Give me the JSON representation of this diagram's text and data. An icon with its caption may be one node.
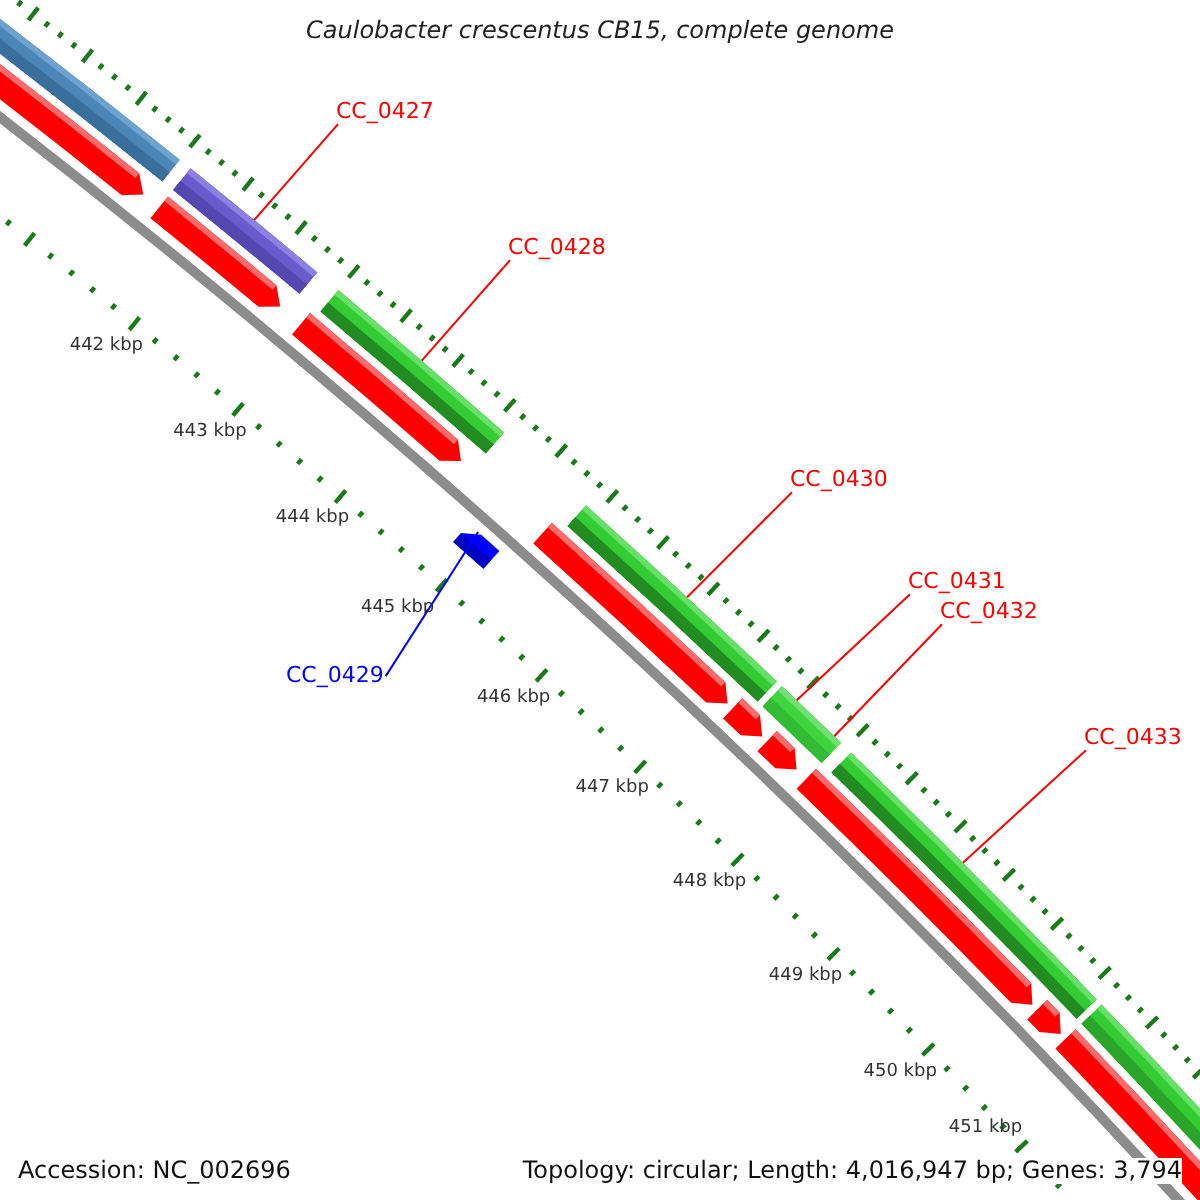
{
  "diagram": {
    "title": "Caulobacter crescentus CB15, complete genome",
    "nodes": [
      {
        "text": [
          "CC_0427"
        ]
      },
      {
        "text": [],
        "shape": "bar"
      },
      {
        "text": [
          "CC_0428"
        ]
      },
      {
        "text": [],
        "shape": "bar"
      },
      {
        "text": [
          "CC_0430"
        ]
      },
      {
        "text": [],
        "shape": "bar"
      },
      {
        "text": [
          "CC_0431"
        ]
      },
      {
        "text": [],
        "shape": "bar"
      },
      {
        "text": [
          "CC_0432"
        ]
      },
      {
        "text": [
          "CC_0433"
        ]
      },
      {
        "text": [],
        "shape": "bar"
      },
      {
        "text": [
          "CC_0429"
        ]
      },
      {
        "text": [],
        "shape": "pentagon"
      }
    ],
    "edges": [
      {
        "from": 0,
        "to": 1,
        "arrow": "none"
      },
      {
        "from": 2,
        "to": 3,
        "arrow": "none"
      },
      {
        "from": 4,
        "to": 5,
        "arrow": "none"
      },
      {
        "from": 6,
        "to": 7,
        "arrow": "none"
      },
      {
        "from": 8,
        "to": 7,
        "arrow": "none"
      },
      {
        "from": 9,
        "to": 10,
        "arrow": "none"
      },
      {
        "from": 11,
        "to": 12,
        "arrow": "none",
        "color": "#0000ff"
      }
    ],
    "labels": [
      "442 kbp",
      "443 kbp",
      "444 kbp",
      "445 kbp",
      "446 kbp",
      "447 kbp",
      "448 kbp",
      "449 kbp",
      "450 kbp",
      "451 kbp",
      "Accession: NC_002696",
      "Topology: circular; Length: 4,016,947 bp; Genes: 3,794"
    ]
  }
}
